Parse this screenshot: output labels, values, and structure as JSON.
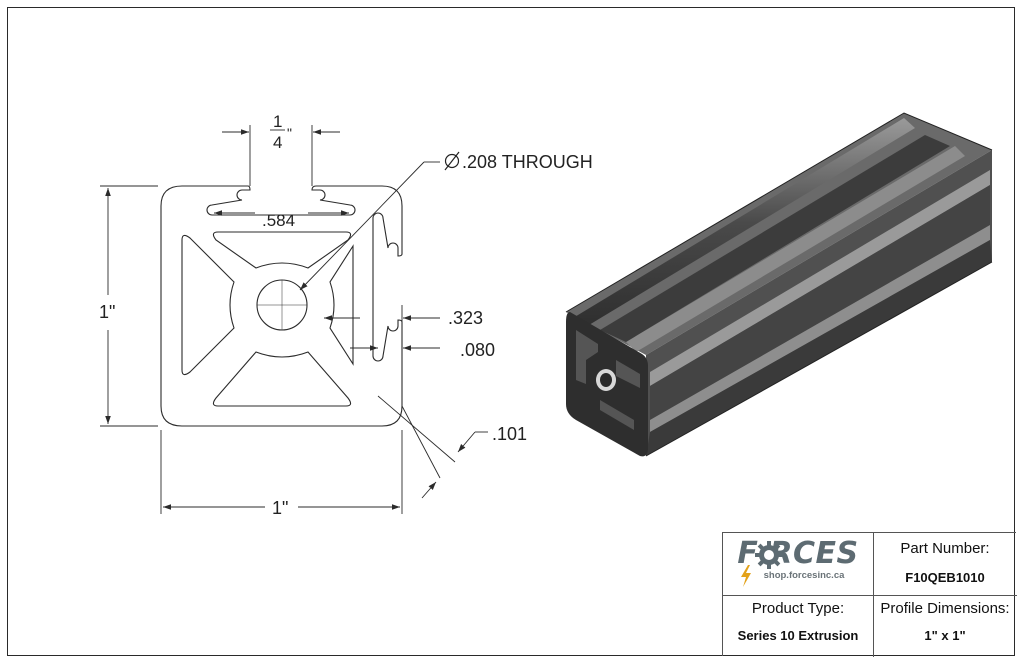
{
  "drawing": {
    "slot_width_num": "1",
    "slot_width_den": "4",
    "slot_width_unit": "\"",
    "hole_label": ".208 THROUGH",
    "dim_584": ".584",
    "dim_323": ".323",
    "dim_080": ".080",
    "dim_101": ".101",
    "height_label": "1\"",
    "width_label": "1\""
  },
  "title_block": {
    "logo_word": "F RCES",
    "logo_url": "shop.forcesinc.ca",
    "part_number_label": "Part Number:",
    "part_number_value": "F10QEB1010",
    "product_type_label": "Product Type:",
    "product_type_value": "Series 10 Extrusion",
    "profile_dimensions_label": "Profile Dimensions:",
    "profile_dimensions_value": "1\" x 1\""
  },
  "colors": {
    "line": "#2b2b2b",
    "extrusion_dark": "#3a3a3a",
    "extrusion_mid": "#5a5a5a",
    "extrusion_light": "#8a8a8a",
    "logo_gray": "#5d6b72",
    "logo_bolt": "#e3a21a"
  }
}
